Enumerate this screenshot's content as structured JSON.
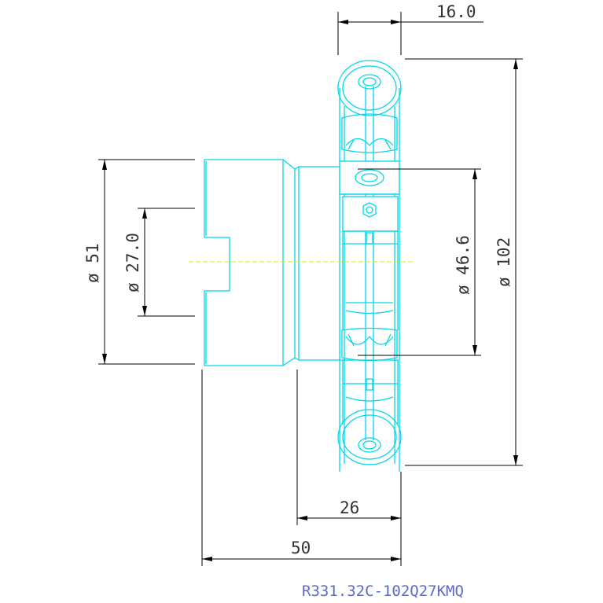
{
  "dimensions": {
    "width_16": "16.0",
    "dia_102": "ø 102",
    "dia_51": "ø 51",
    "dia_27": "ø 27.0",
    "dia_46_6": "ø 46.6",
    "len_26": "26",
    "len_50": "50"
  },
  "part_code": "R331.32C-102Q27KMQ",
  "colors": {
    "part_outline": "#00d8e8",
    "dimension_lines": "#000000",
    "center_axis": "#e6e600",
    "part_code": "#5a6acf"
  }
}
